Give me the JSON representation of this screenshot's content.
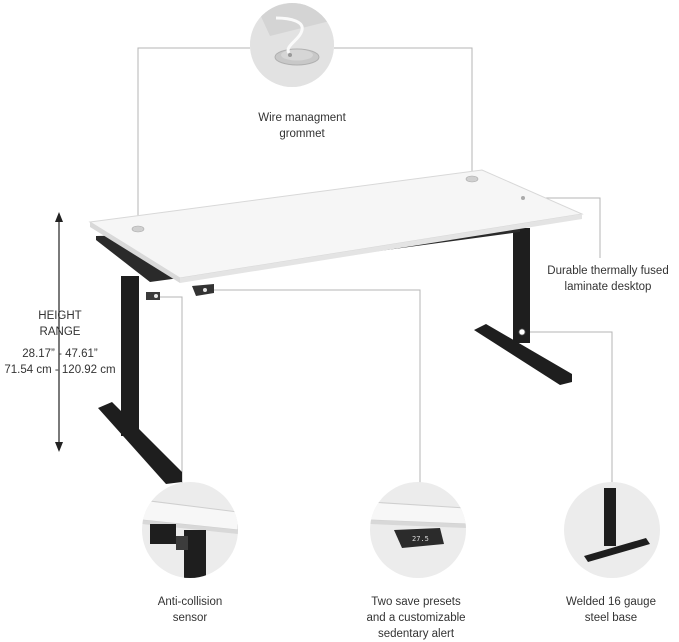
{
  "callouts": {
    "grommet": {
      "line1": "Wire managment",
      "line2": "grommet"
    },
    "laminate": {
      "line1": "Durable thermally fused",
      "line2": "laminate desktop"
    },
    "anti_collision": {
      "line1": "Anti-collision",
      "line2": "sensor"
    },
    "presets": {
      "line1": "Two save presets",
      "line2": "and a customizable",
      "line3": "sedentary alert"
    },
    "base": {
      "line1": "Welded 16 gauge",
      "line2": "steel base"
    }
  },
  "height": {
    "title1": "HEIGHT",
    "title2": "RANGE",
    "inches": "28.17” - 47.61”",
    "cm": "71.54 cm - 120.92 cm"
  },
  "keypad_display": "27.5",
  "colors": {
    "desktop": "#f6f6f6",
    "frame": "#1e1e1e",
    "callout_line": "#b5b5b5",
    "circle_bg": "#ececec"
  }
}
